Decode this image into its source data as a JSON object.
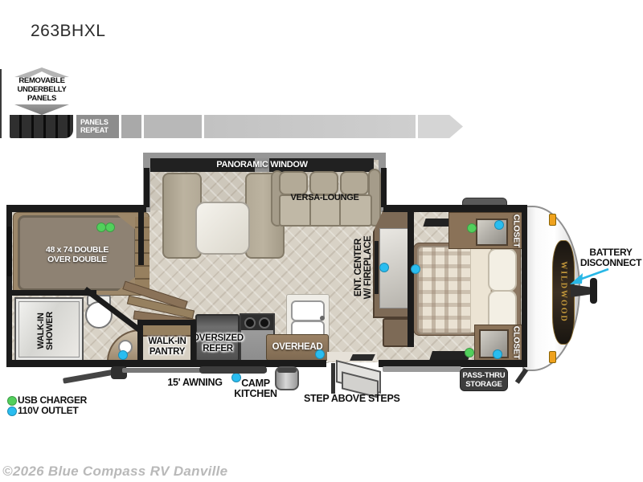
{
  "title": "263BHXL",
  "underbelly": {
    "line1": "REMOVABLE",
    "line2": "UNDERBELLY",
    "line3": "PANELS",
    "repeat1": "PANELS",
    "repeat2": "REPEAT"
  },
  "plan": {
    "panoramic_window": "PANORAMIC WINDOW",
    "versa_lounge": "VERSA-LOUNGE",
    "bunk_line1": "48 x 74 DOUBLE",
    "bunk_line2": "OVER DOUBLE",
    "shower_line1": "WALK-IN",
    "shower_line2": "SHOWER",
    "pantry_line1": "WALK-IN",
    "pantry_line2": "PANTRY",
    "refer_line1": "OVERSIZED",
    "refer_line2": "REFER",
    "overhead": "OVERHEAD",
    "ent_line1": "ENT. CENTER",
    "ent_line2": "W/ FIREPLACE",
    "closet_top": "CLOSET",
    "closet_bottom": "CLOSET",
    "brand_badge": "WILDWOOD"
  },
  "exterior": {
    "battery_line1": "BATTERY",
    "battery_line2": "DISCONNECT",
    "awning": "15' AWNING",
    "camp_line1": "CAMP",
    "camp_line2": "KITCHEN",
    "steps": "STEP ABOVE STEPS",
    "passthru_line1": "PASS-THRU",
    "passthru_line2": "STORAGE"
  },
  "legend": {
    "usb_label": "USB CHARGER",
    "outlet_label": "110V OUTLET",
    "usb_color": "#52d05c",
    "outlet_color": "#29bdf0",
    "arrow_color": "#28b7e6",
    "clearance_light_color": "#efa21e"
  },
  "watermark": "©2026 Blue Compass RV Danville"
}
